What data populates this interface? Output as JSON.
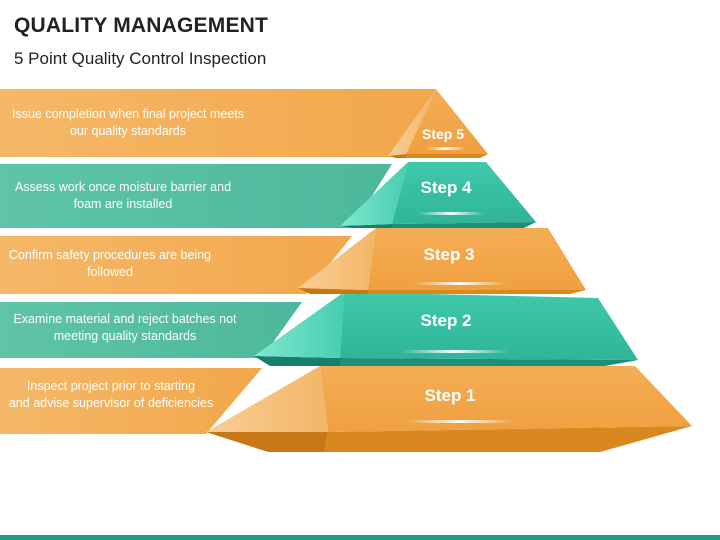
{
  "header": {
    "title": "QUALITY MANAGEMENT",
    "subtitle": "5 Point Quality Control Inspection"
  },
  "colors": {
    "orange": "#f2a74a",
    "orange_light": "#f7c583",
    "orange_dark": "#c87717",
    "teal": "#3cc4a6",
    "teal_light": "#6fe3c8",
    "teal_dark": "#17806c",
    "band_orange": "#f4b466",
    "band_teal": "#5cbfa3",
    "bottom_bar": "#1f9e86"
  },
  "steps": [
    {
      "label": "Step 5",
      "description": [
        "Issue completion when final project meets",
        "our quality standards"
      ],
      "color": "orange"
    },
    {
      "label": "Step 4",
      "description": [
        "Assess work once moisture barrier and",
        "foam are installed"
      ],
      "color": "teal"
    },
    {
      "label": "Step 3",
      "description": [
        "Confirm safety procedures are being",
        "followed"
      ],
      "color": "orange"
    },
    {
      "label": "Step 2",
      "description": [
        "Examine material and reject batches not",
        "meeting quality standards"
      ],
      "color": "teal"
    },
    {
      "label": "Step 1",
      "description": [
        "Inspect project prior to starting",
        "and advise supervisor of deficiencies"
      ],
      "color": "orange"
    }
  ]
}
